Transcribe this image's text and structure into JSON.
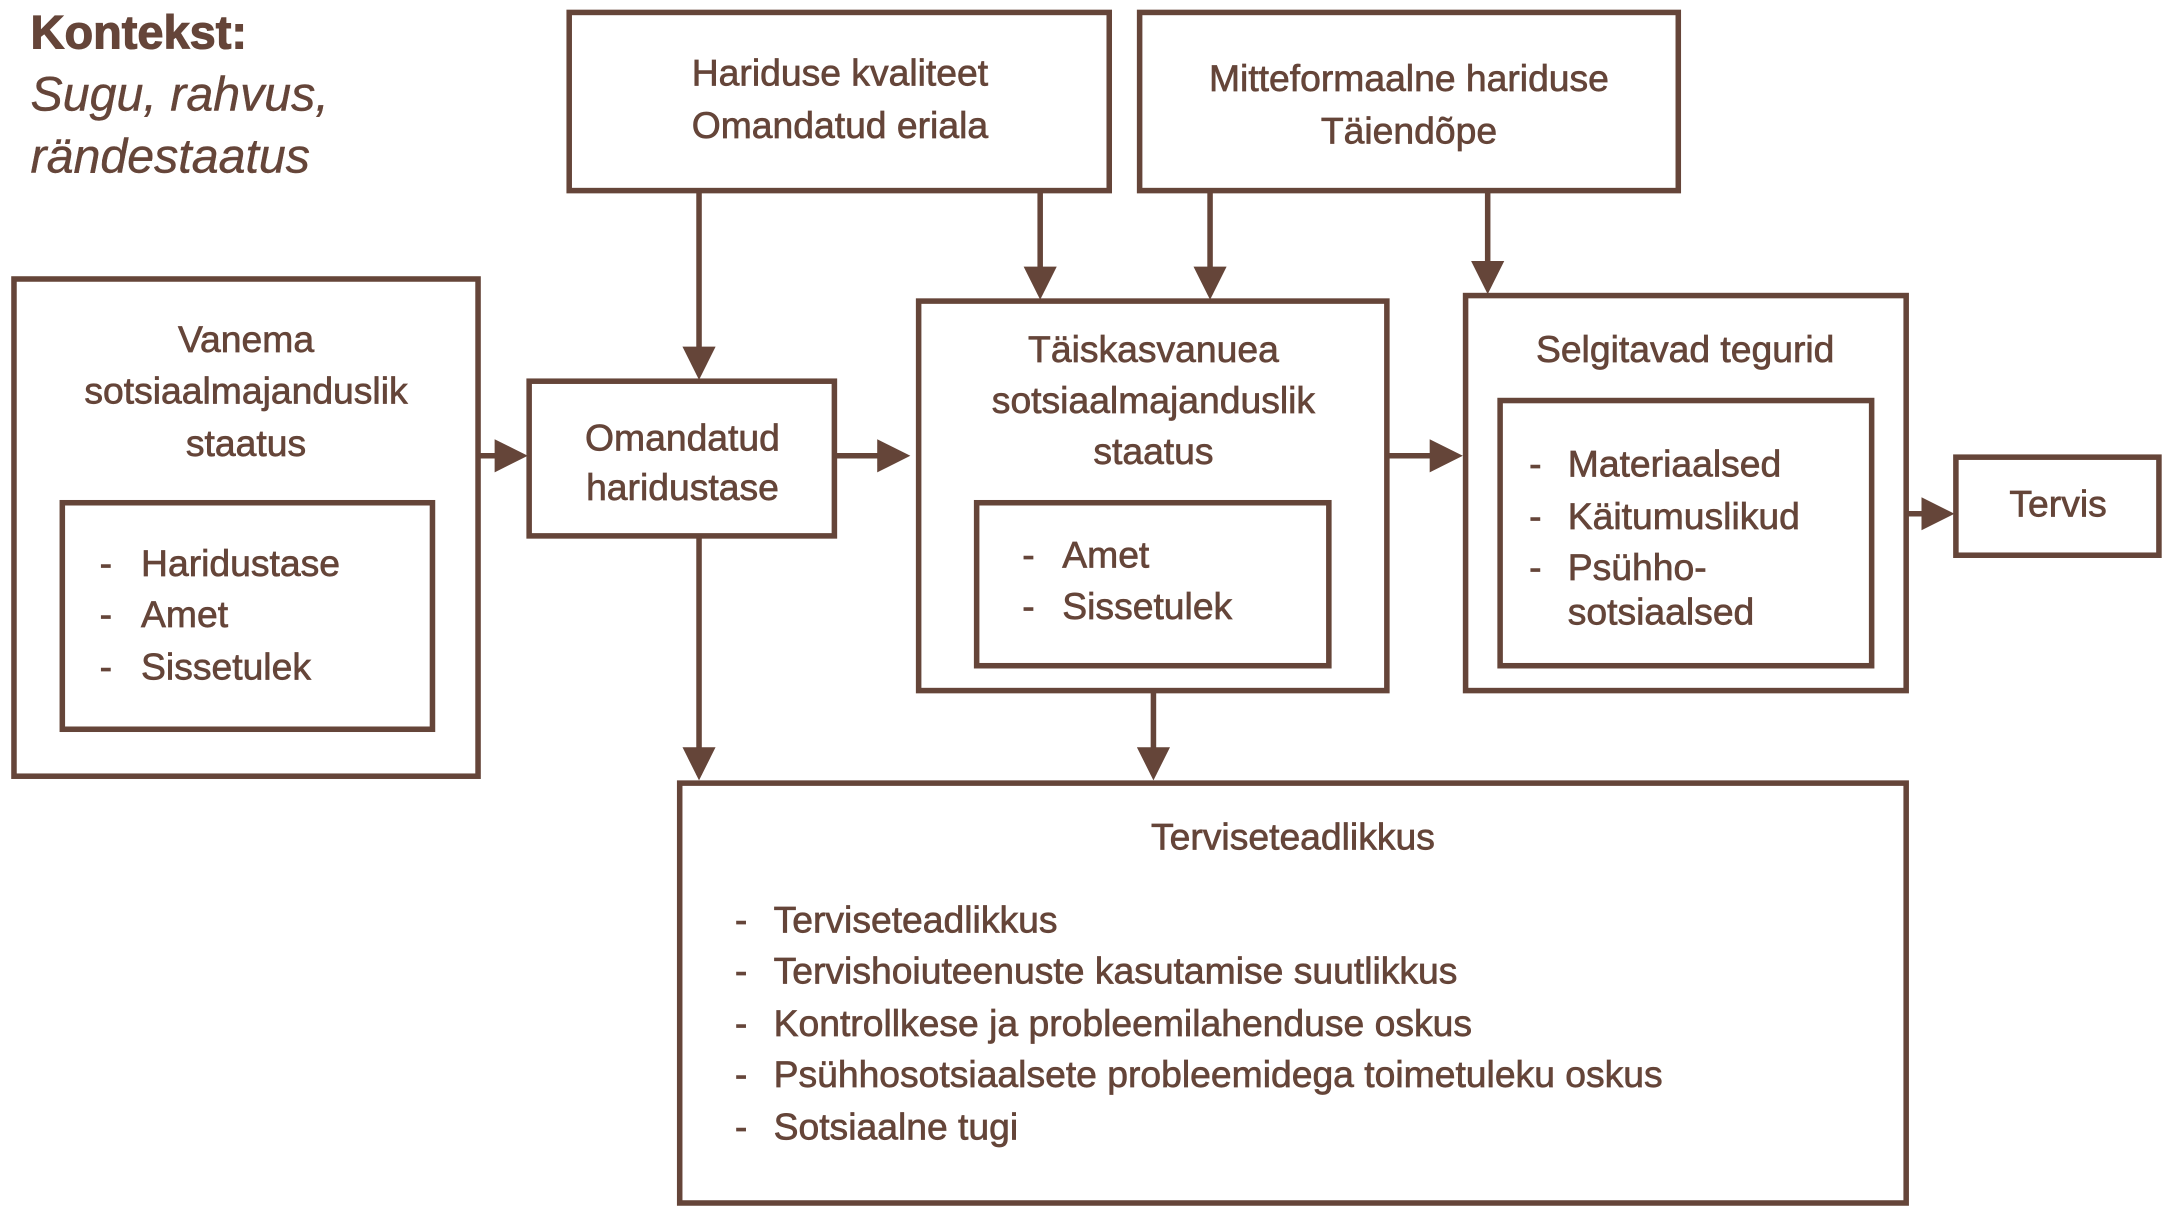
{
  "context": {
    "title": "Kontekst:",
    "lines": [
      "Sugu, rahvus,",
      "rändestaatus"
    ]
  },
  "boxes": {
    "quality": {
      "lines": [
        "Hariduse kvaliteet",
        "Omandatud eriala"
      ]
    },
    "nonformal": {
      "lines": [
        "Mitteformaalne hariduse",
        "Täiendõpe"
      ]
    },
    "parent": {
      "lines": [
        "Vanema",
        "sotsiaalmajanduslik",
        "staatus"
      ],
      "items": [
        "Haridustase",
        "Amet",
        "Sissetulek"
      ]
    },
    "education": {
      "lines": [
        "Omandatud",
        "haridustase"
      ]
    },
    "adult": {
      "lines": [
        "Täiskasvanuea",
        "sotsiaalmajanduslik",
        "staatus"
      ],
      "items": [
        "Amet",
        "Sissetulek"
      ]
    },
    "factors": {
      "title": "Selgitavad tegurid",
      "items": [
        "Materiaalsed",
        "Käitumuslikud",
        "Psühho-",
        "sotsiaalsed"
      ]
    },
    "health": {
      "title": "Tervis"
    },
    "literacy": {
      "title": "Terviseteadlikkus",
      "items": [
        "Terviseteadlikkus",
        "Tervishoiuteenuste kasutamise suutlikkus",
        "Kontrollkese ja probleemilahenduse oskus",
        "Psühhosotsiaalsete probleemidega toimetuleku oskus",
        "Sotsiaalne tugi"
      ]
    }
  },
  "bullet": "-",
  "colors": {
    "primary": "#654539"
  }
}
